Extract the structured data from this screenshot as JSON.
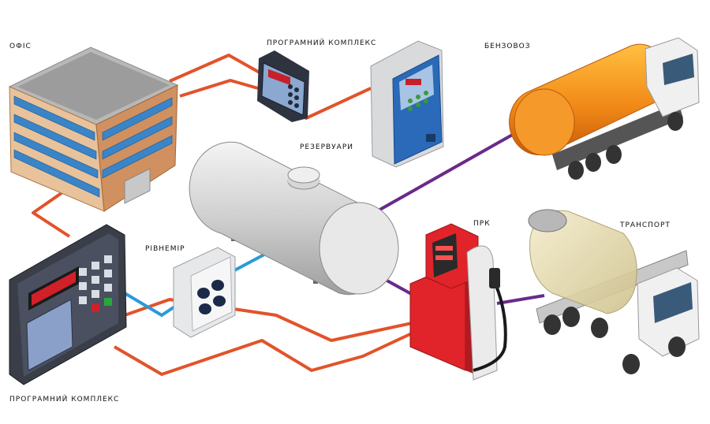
{
  "labels": {
    "office": "ОФІС",
    "software_top": "ПРОГРАМНИЙ КОМПЛЕКС",
    "fuel_truck": "БЕНЗОВОЗ",
    "tanks": "РЕЗЕРВУАРИ",
    "level_gauge": "РІВНЕМІР",
    "dispenser": "ПРК",
    "transport": "ТРАНСПОРТ",
    "software_bottom": "ПРОГРАМНИЙ КОМПЛЕКС"
  },
  "colors": {
    "wired_link": "#e2532a",
    "wireless_link": "#6a2a8a",
    "sensor_link": "#2a9ad8",
    "building": "#d8a070",
    "tank": "#c8c8c8",
    "fuel_truck_tank": "#f28a18",
    "dispenser": "#e0242a",
    "kiosk": "#2a6ab8",
    "mixer_drum": "#e6ddb0"
  }
}
